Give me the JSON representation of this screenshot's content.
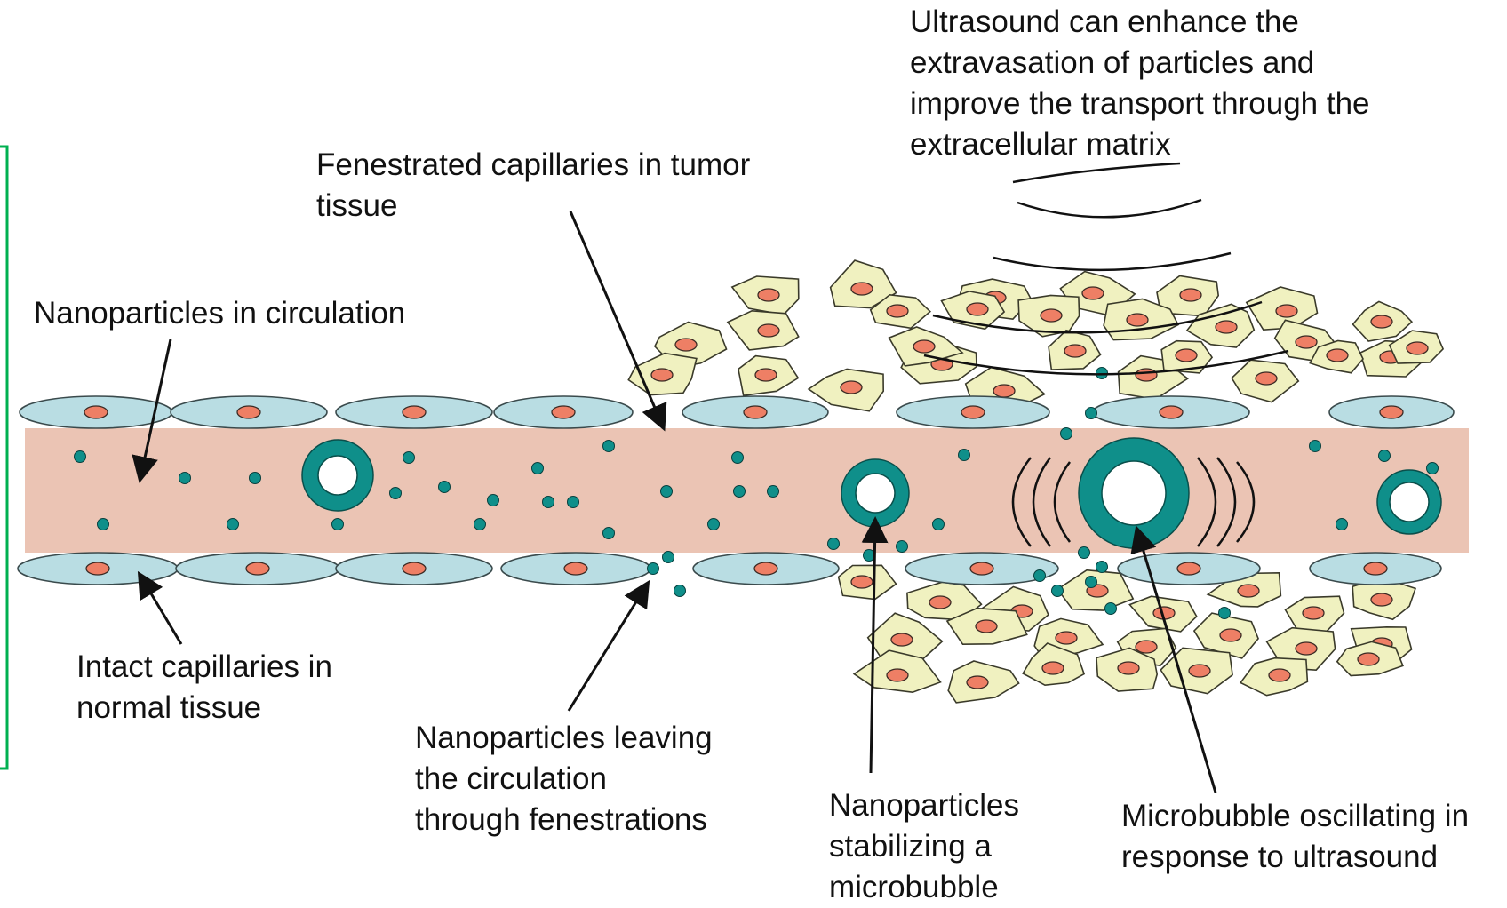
{
  "labels": {
    "ultrasound": [
      "Ultrasound can enhance the",
      "extravasation of particles and",
      "improve the transport through the",
      "extracellular matrix"
    ],
    "fenestrated": [
      "Fenestrated capillaries in tumor",
      "tissue"
    ],
    "circulation": [
      "Nanoparticles in circulation"
    ],
    "intact": [
      "Intact capillaries in",
      "normal tissue"
    ],
    "leaving": [
      "Nanoparticles leaving",
      "the circulation",
      "through fenestrations"
    ],
    "stabilizing": [
      "Nanoparticles",
      "stabilizing a",
      "microbubble"
    ],
    "oscillating": [
      "Microbubble oscillating in",
      "response to ultrasound"
    ]
  },
  "colors": {
    "vessel": "#ebc4b4",
    "endothelial": "#b9dde3",
    "nucleus": "#ee7f65",
    "tumor_cell": "#f0f1c0",
    "nanoparticle": "#0f8f8a",
    "microbubble": "#0f8f8a",
    "frame": "#00b050",
    "line": "#111111"
  }
}
